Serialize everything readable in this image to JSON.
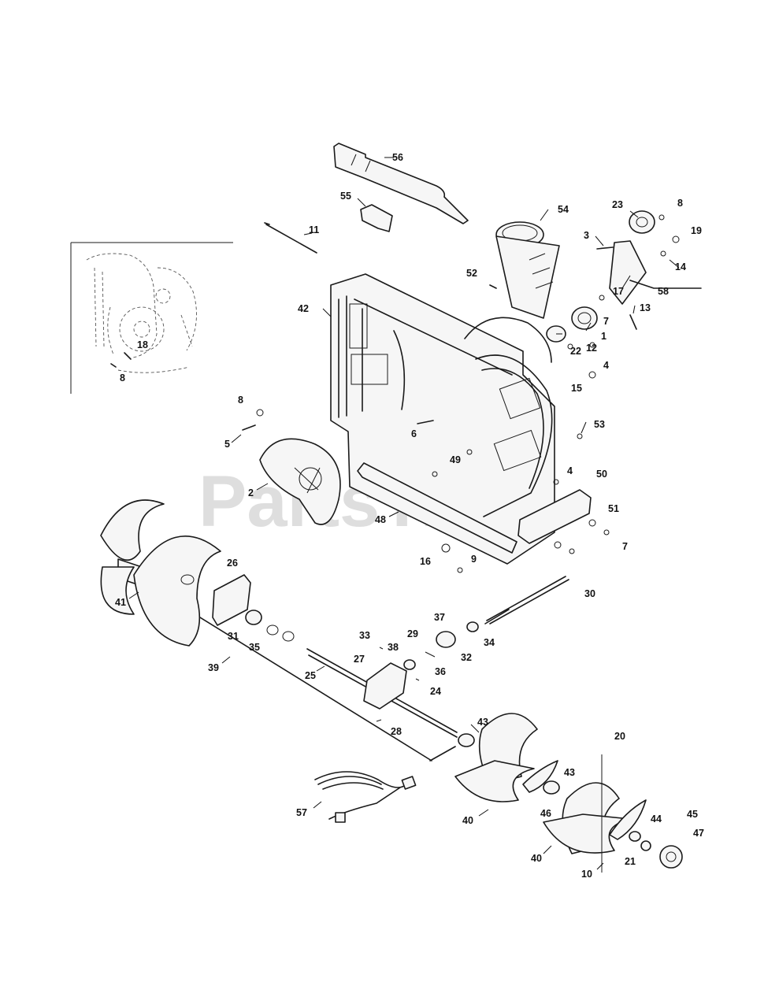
{
  "watermark": {
    "text": "PartsTree",
    "trademark": "™"
  },
  "inset": {
    "callouts": [
      "18",
      "8"
    ]
  },
  "callouts": [
    "1",
    "2",
    "3",
    "4",
    "4",
    "5",
    "6",
    "7",
    "7",
    "8",
    "8",
    "9",
    "10",
    "11",
    "12",
    "13",
    "14",
    "15",
    "16",
    "17",
    "19",
    "20",
    "21",
    "22",
    "23",
    "24",
    "25",
    "26",
    "27",
    "28",
    "29",
    "30",
    "31",
    "32",
    "33",
    "34",
    "35",
    "36",
    "37",
    "38",
    "39",
    "40",
    "40",
    "41",
    "42",
    "43",
    "43",
    "44",
    "45",
    "46",
    "47",
    "48",
    "49",
    "50",
    "51",
    "52",
    "53",
    "54",
    "55",
    "56",
    "57",
    "58"
  ]
}
